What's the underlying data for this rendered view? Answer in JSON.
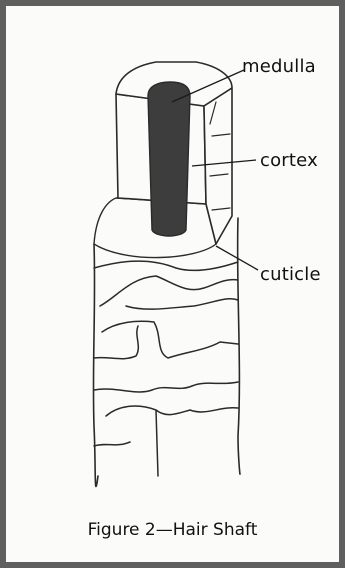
{
  "labels": {
    "medulla": "medulla",
    "cortex": "cortex",
    "cuticle": "cuticle"
  },
  "caption": "Figure 2—Hair Shaft",
  "colors": {
    "border": "#5f5f5f",
    "paper": "#fbfbfa",
    "ink": "#2a2a2a",
    "medulla_fill": "#3d3d3d"
  }
}
